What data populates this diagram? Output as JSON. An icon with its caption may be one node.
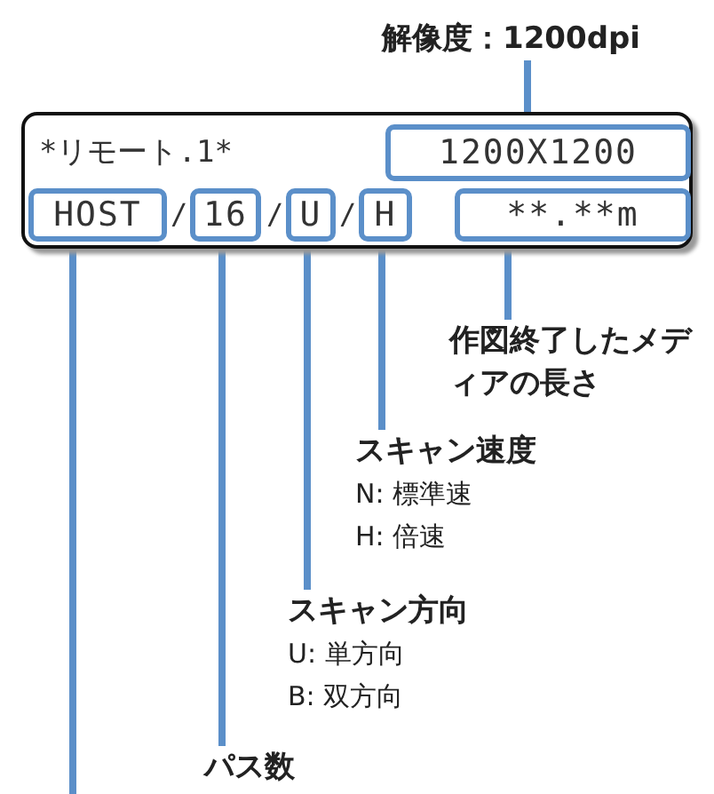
{
  "diagram": {
    "nodes": [
      {
        "text": [
          "*リモート.1*"
        ]
      },
      {
        "text": [
          "1200X1200"
        ],
        "in": 0
      },
      {
        "text": [
          "HOST"
        ],
        "in": 0
      },
      {
        "text": [
          "16"
        ],
        "in": 0
      },
      {
        "text": [
          "U"
        ],
        "in": 0
      },
      {
        "text": [
          "H"
        ],
        "in": 0
      },
      {
        "text": [
          "**.**m"
        ],
        "in": 0
      },
      {
        "text": [
          "解像度：1200dpi"
        ]
      },
      {
        "text": [
          "作図終了したメディアの長さ"
        ]
      },
      {
        "text": [
          "スキャン速度",
          "N: 標準速",
          "H: 倍速"
        ]
      },
      {
        "text": [
          "スキャン方向",
          "U: 単方向",
          "B: 双方向"
        ]
      },
      {
        "text": [
          "パス数"
        ]
      }
    ],
    "edges": [
      {
        "from": 7,
        "to": 1,
        "arrow": "none"
      },
      {
        "from": 8,
        "to": 6,
        "arrow": "none"
      },
      {
        "from": 9,
        "to": 5,
        "arrow": "none"
      },
      {
        "from": 10,
        "to": 4,
        "arrow": "none"
      },
      {
        "from": 11,
        "to": 3,
        "arrow": "none"
      },
      {
        "from": null,
        "to": 2,
        "arrow": "none"
      }
    ],
    "labels": [
      "/",
      "/",
      "/"
    ]
  }
}
